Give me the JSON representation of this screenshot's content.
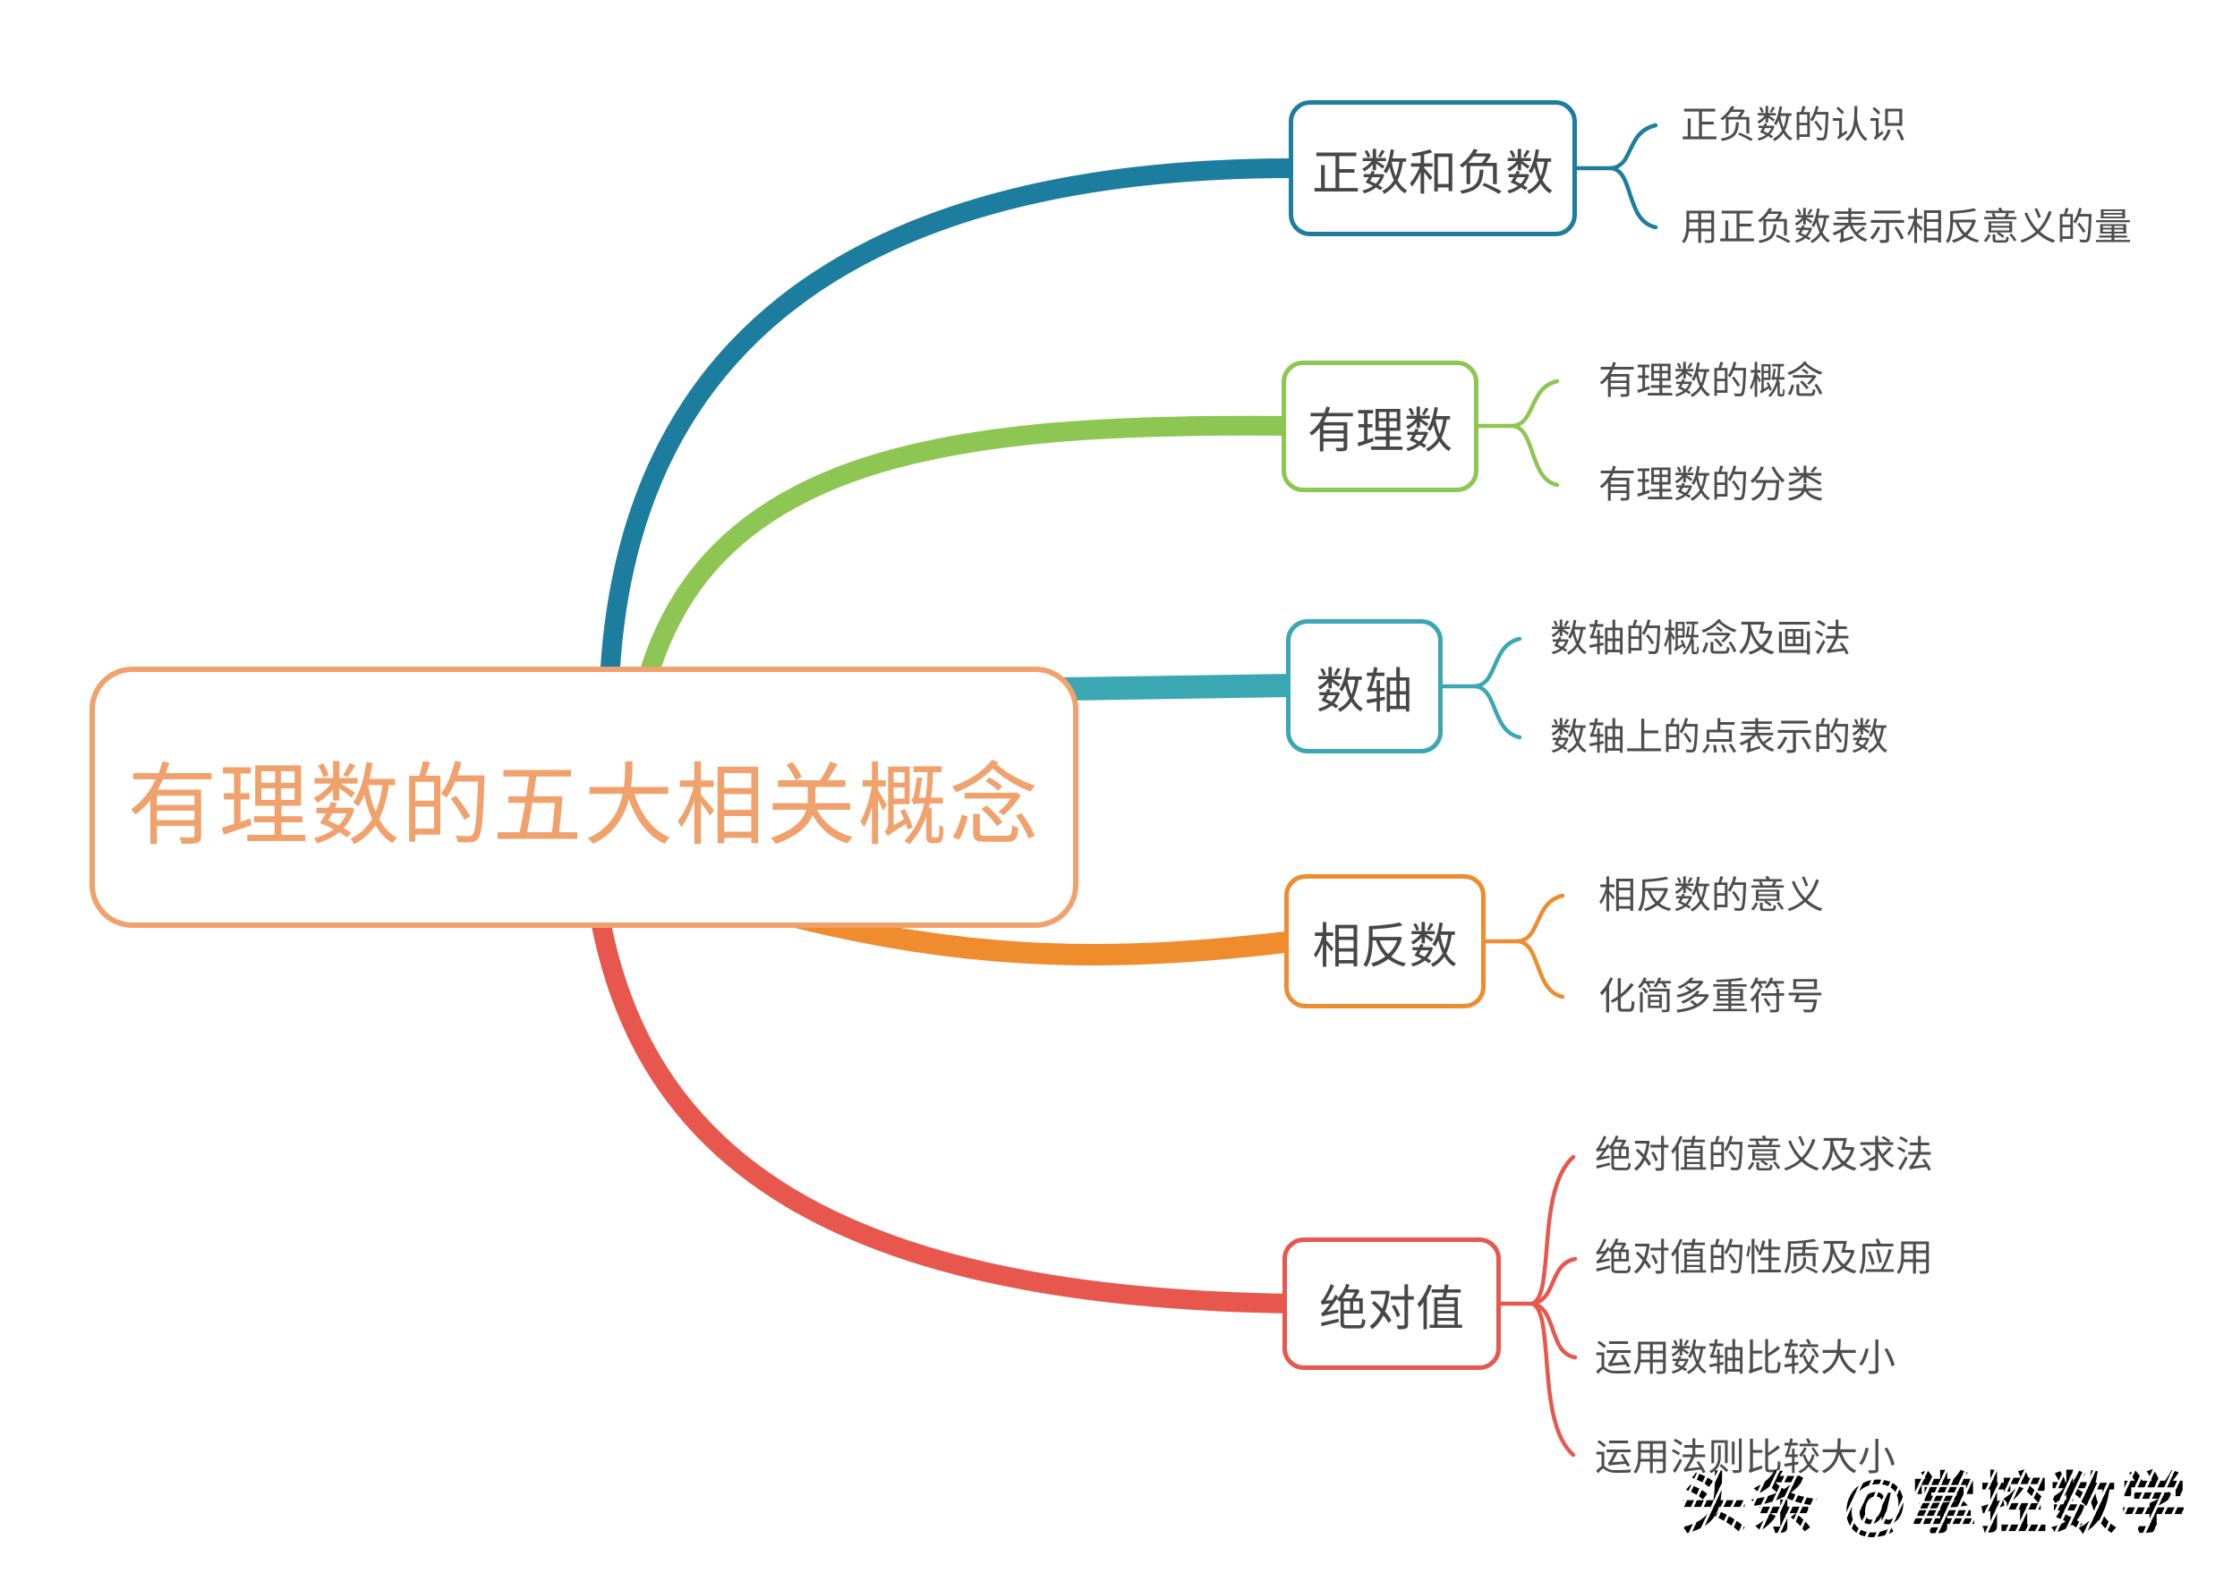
{
  "title": {
    "text": "有理数的五大相关概念",
    "color": "#F0A16C"
  },
  "branches": [
    {
      "label": "正数和负数",
      "color": "#1D7D9E",
      "children": [
        "正负数的认识",
        "用正负数表示相反意义的量"
      ]
    },
    {
      "label": "有理数",
      "color": "#8DC653",
      "children": [
        "有理数的概念",
        "有理数的分类"
      ]
    },
    {
      "label": "数轴",
      "color": "#3AA7B2",
      "children": [
        "数轴的概念及画法",
        "数轴上的点表示的数"
      ]
    },
    {
      "label": "相反数",
      "color": "#EE8C2E",
      "children": [
        "相反数的意义",
        "化简多重符号"
      ]
    },
    {
      "label": "绝对值",
      "color": "#E8574D",
      "children": [
        "绝对值的意义及求法",
        "绝对值的性质及应用",
        "运用数轴比较大小",
        "运用法则比较大小"
      ]
    }
  ],
  "subtopic_text_color": "#4D4D4D",
  "watermark": {
    "text": "头条 @掌控数学"
  }
}
